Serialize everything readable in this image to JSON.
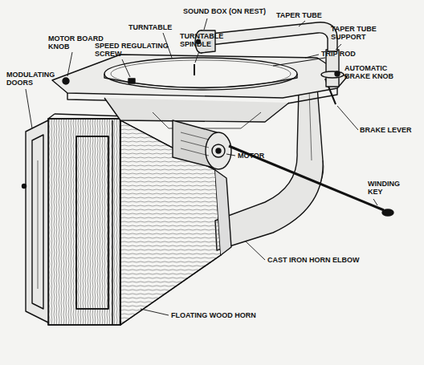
{
  "diagram": {
    "labels": [
      "SOUND BOX (ON REST)",
      "TAPER TUBE",
      "TURNTABLE",
      "MOTOR BOARD KNOB",
      "SPEED REGULATING SCREW",
      "TURNTABLE SPINDLE",
      "TAPER TUBE SUPPORT",
      "TRIP ROD",
      "AUTOMATIC BRAKE KNOB",
      "MODULATING DOORS",
      "BRAKE LEVER",
      "MOTOR",
      "WINDING KEY",
      "CAST IRON HORN ELBOW",
      "FLOATING WOOD HORN"
    ]
  }
}
